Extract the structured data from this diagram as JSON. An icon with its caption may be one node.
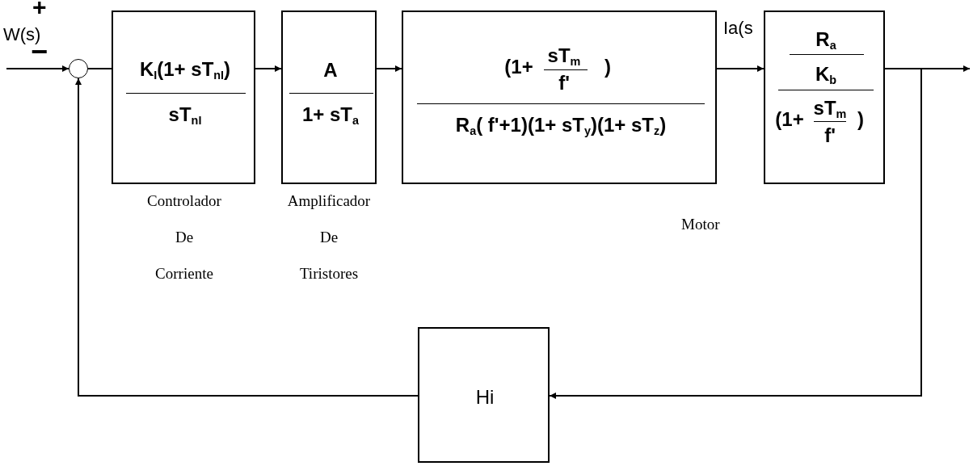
{
  "diagram": {
    "nodes": [
      {
        "text": [],
        "shape": "circle"
      },
      {
        "text": [
          "K$_{I}$(1+ sT$_{nI}$)",
          "sT$_{nI}$"
        ],
        "beside": [
          "Controlador",
          "De",
          "Corriente"
        ]
      },
      {
        "text": [
          "A",
          "1+ sT$_{a}$"
        ],
        "beside": [
          "Amplificador",
          "De",
          "Tiristores"
        ]
      },
      {
        "text": [
          "(1+",
          "sT$_{m}$",
          "f'",
          ")",
          "R$_{a}$( f'+1)(1+ sT$_{y}$)(1+ sT$_{z}$)"
        ]
      },
      {
        "text": [
          "R$_{a}$",
          "K$_{b}$",
          "(1+",
          "sT$_{m}$",
          "f'",
          ")"
        ]
      },
      {
        "text": [
          "Hi"
        ]
      }
    ],
    "edges": [
      {
        "from": null,
        "to": 0,
        "arrow": "to",
        "label": "W(s)"
      },
      {
        "from": 0,
        "to": 1,
        "arrow": "none"
      },
      {
        "from": 1,
        "to": 2,
        "arrow": "to"
      },
      {
        "from": 2,
        "to": 3,
        "arrow": "to"
      },
      {
        "from": 3,
        "to": 4,
        "arrow": "to",
        "label": "Ia(s"
      },
      {
        "from": 4,
        "to": null,
        "arrow": "to"
      },
      {
        "from": 4,
        "to": 5,
        "arrow": "to"
      },
      {
        "from": 5,
        "to": 0,
        "arrow": "to"
      }
    ],
    "labels": [
      "+",
      "−",
      "Motor"
    ]
  }
}
